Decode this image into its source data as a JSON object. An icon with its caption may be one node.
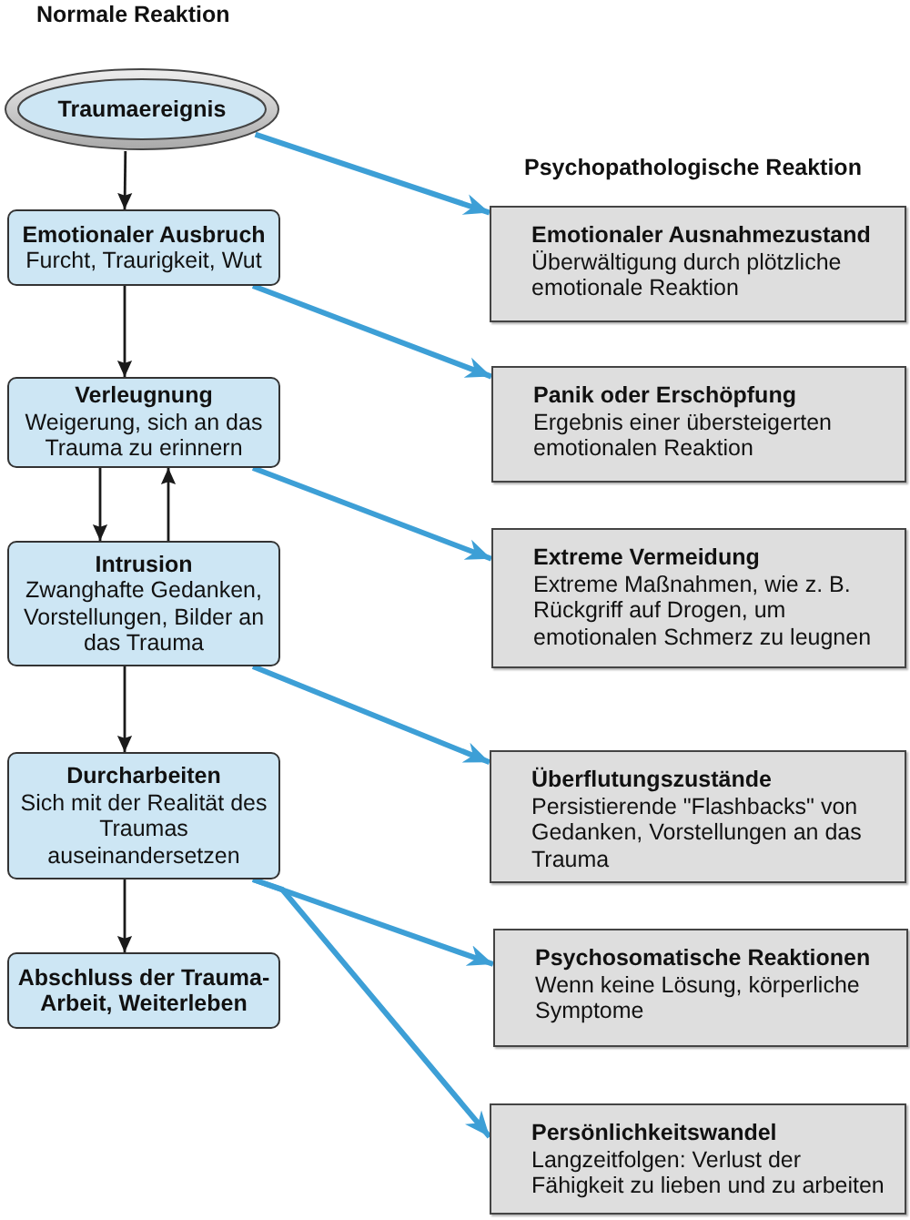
{
  "diagram": {
    "nodes": [
      {
        "text": [
          "Traumaereignis"
        ]
      },
      {
        "text": [
          "Emotionaler Ausbruch",
          "Furcht, Traurigkeit, Wut"
        ]
      },
      {
        "text": [
          "Verleugnung",
          "Weigerung, sich an das Trauma zu erinnern"
        ]
      },
      {
        "text": [
          "Intrusion",
          "Zwanghafte Gedanken, Vorstellungen, Bilder an das Trauma"
        ]
      },
      {
        "text": [
          "Durcharbeiten",
          "Sich mit der Realität des Traumas auseinandersetzen"
        ]
      },
      {
        "text": [
          "Abschluss der Trauma-Arbeit, Weiterleben"
        ]
      },
      {
        "text": [
          "Emotionaler Ausnahmezustand",
          "Überwältigung durch plötzliche emotionale Reaktion"
        ]
      },
      {
        "text": [
          "Panik oder Erschöpfung",
          "Ergebnis einer übersteigerten emotionalen Reaktion"
        ]
      },
      {
        "text": [
          "Extreme Vermeidung",
          "Extreme Maßnahmen, wie z. B. Rückgriff auf Drogen, um emotionalen Schmerz zu leugnen"
        ]
      },
      {
        "text": [
          "Überflutungszustände",
          "Persistierende \"Flashbacks\" von Gedanken, Vorstellungen an das Trauma"
        ]
      },
      {
        "text": [
          "Psychosomatische Reaktionen",
          "Wenn keine Lösung, körperliche Symptome"
        ]
      },
      {
        "text": [
          "Persönlichkeitswandel",
          "Langzeitfolgen: Verlust der Fähigkeit zu lieben und zu arbeiten"
        ]
      }
    ],
    "edges": [
      {
        "from": 0,
        "to": 1,
        "arrow": "to"
      },
      {
        "from": 1,
        "to": 2,
        "arrow": "to"
      },
      {
        "from": 2,
        "to": 3,
        "arrow": "to"
      },
      {
        "from": 3,
        "to": 2,
        "arrow": "to"
      },
      {
        "from": 3,
        "to": 4,
        "arrow": "to"
      },
      {
        "from": 4,
        "to": 5,
        "arrow": "to"
      },
      {
        "from": 0,
        "to": 6,
        "arrow": "to",
        "style": "thick",
        "color": "#3d9fd6"
      },
      {
        "from": 1,
        "to": 7,
        "arrow": "to",
        "style": "thick",
        "color": "#3d9fd6"
      },
      {
        "from": 2,
        "to": 8,
        "arrow": "to",
        "style": "thick",
        "color": "#3d9fd6"
      },
      {
        "from": 3,
        "to": 9,
        "arrow": "to",
        "style": "thick",
        "color": "#3d9fd6"
      },
      {
        "from": 4,
        "to": 10,
        "arrow": "to",
        "style": "thick",
        "color": "#3d9fd6"
      },
      {
        "from": 4,
        "to": 11,
        "arrow": "to",
        "style": "thick",
        "color": "#3d9fd6"
      }
    ],
    "labels": [
      "Normale Reaktion",
      "Psychopathologische Reaktion"
    ]
  }
}
